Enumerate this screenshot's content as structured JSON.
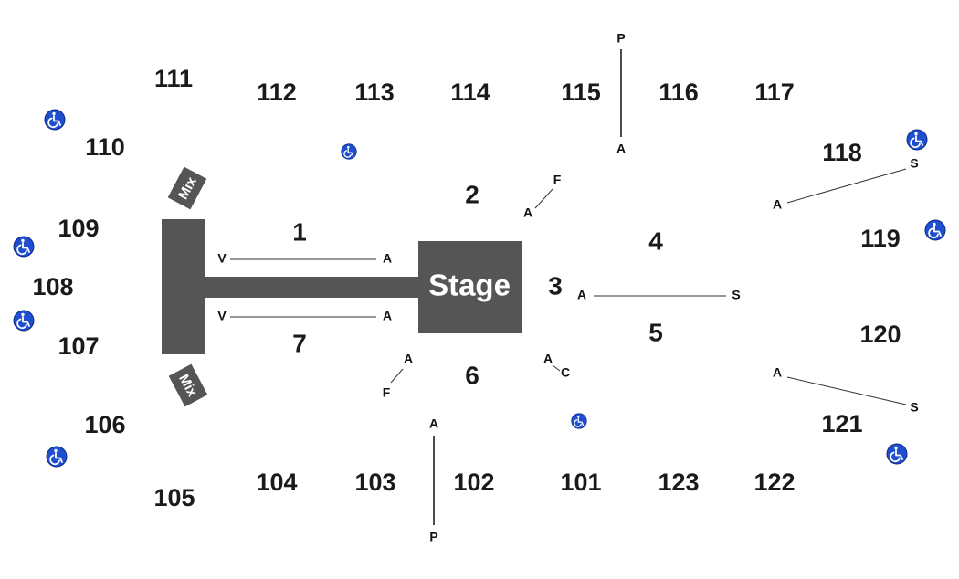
{
  "stage": {
    "label": "Stage"
  },
  "mix": {
    "top_label": "Mix",
    "bottom_label": "Mix"
  },
  "floor_sections": {
    "s1": "1",
    "s2": "2",
    "s3": "3",
    "s4": "4",
    "s5": "5",
    "s6": "6",
    "s7": "7"
  },
  "sections": {
    "s101": "101",
    "s102": "102",
    "s103": "103",
    "s104": "104",
    "s105": "105",
    "s106": "106",
    "s107": "107",
    "s108": "108",
    "s109": "109",
    "s110": "110",
    "s111": "111",
    "s112": "112",
    "s113": "113",
    "s114": "114",
    "s115": "115",
    "s116": "116",
    "s117": "117",
    "s118": "118",
    "s119": "119",
    "s120": "120",
    "s121": "121",
    "s122": "122",
    "s123": "123"
  },
  "markers": {
    "row1_left": "V",
    "row1_right": "A",
    "row7_left": "V",
    "row7_right": "A",
    "top_aisle_top": "P",
    "top_aisle_bottom": "A",
    "bottom_aisle_top": "A",
    "bottom_aisle_bottom": "P",
    "sec2_f": "F",
    "sec2_a": "A",
    "sec6_a": "A",
    "sec6_f": "F",
    "sec3_a": "A",
    "sec3_s": "S",
    "sec6_right_a": "A",
    "sec6_right_c": "C",
    "sec118_s": "S",
    "sec118_a": "A",
    "sec121_a": "A",
    "sec121_s": "S"
  },
  "accessibility_icon": "wheelchair-icon",
  "colors": {
    "structure": "#555555",
    "accessibility": "#1f4fd0",
    "text": "#1a1a1a"
  }
}
